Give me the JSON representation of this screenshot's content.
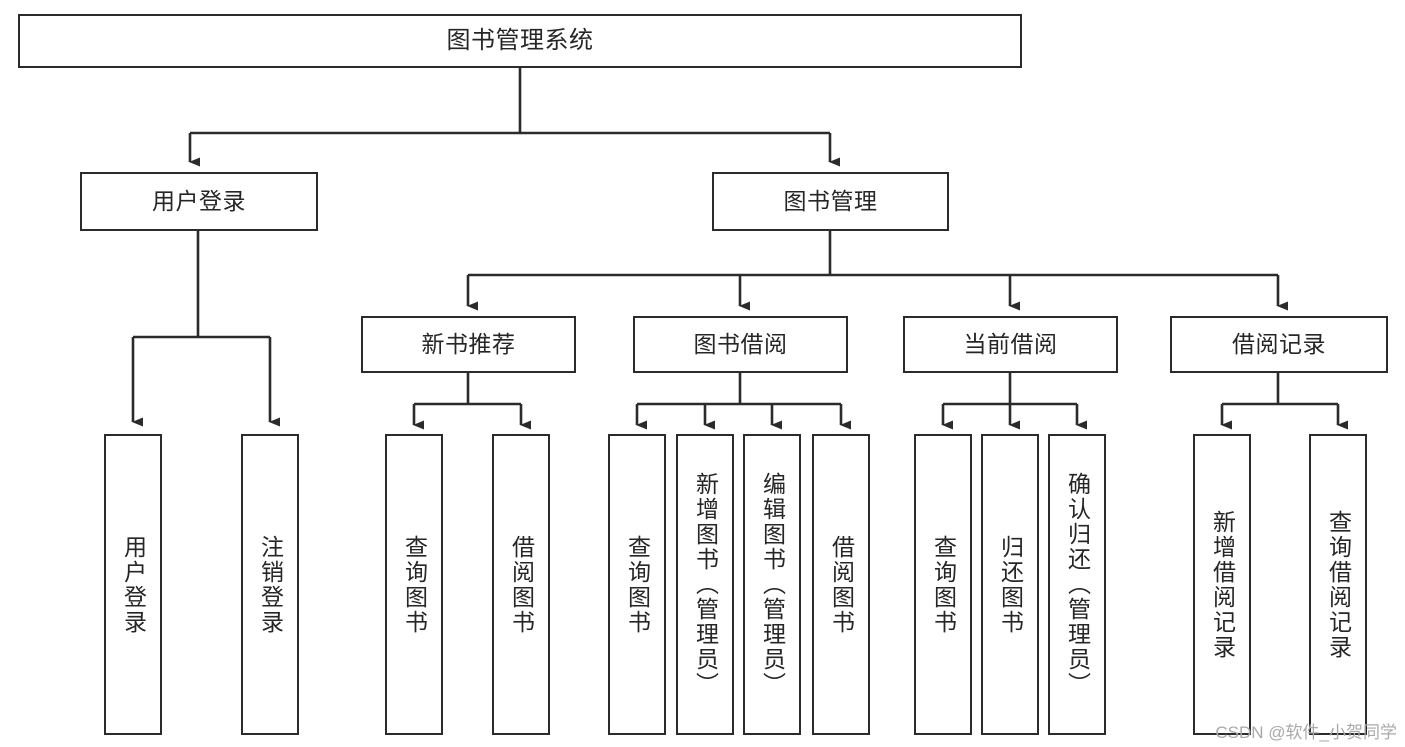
{
  "diagram": {
    "title": "图书管理系统",
    "type": "tree-hierarchy-chart",
    "colors": {
      "background": "#ffffff",
      "box_border": "#2b2b2b",
      "box_fill": "#ffffff",
      "text": "#262626",
      "connector": "#2b2b2b",
      "watermark": "#a9a9a9"
    },
    "watermark": "CSDN @软件_小贺同学",
    "levels": {
      "root": {
        "id": "root",
        "label": "图书管理系统",
        "orientation": "horizontal"
      },
      "level2": [
        {
          "id": "user-login",
          "label": "用户登录",
          "orientation": "horizontal"
        },
        {
          "id": "book-management",
          "label": "图书管理",
          "orientation": "horizontal"
        }
      ],
      "level3": [
        {
          "id": "new-book-recommend",
          "label": "新书推荐",
          "orientation": "horizontal",
          "parent": "book-management"
        },
        {
          "id": "book-borrow",
          "label": "图书借阅",
          "orientation": "horizontal",
          "parent": "book-management"
        },
        {
          "id": "current-borrow",
          "label": "当前借阅",
          "orientation": "horizontal",
          "parent": "book-management"
        },
        {
          "id": "borrow-record",
          "label": "借阅记录",
          "orientation": "horizontal",
          "parent": "book-management"
        }
      ],
      "leaves": [
        {
          "id": "leaf-user-login",
          "label": "用户登录",
          "parent": "user-login",
          "orientation": "vertical"
        },
        {
          "id": "leaf-logout-login",
          "label": "注销登录",
          "parent": "user-login",
          "orientation": "vertical"
        },
        {
          "id": "leaf-query-book-1",
          "label": "查询图书",
          "parent": "new-book-recommend",
          "orientation": "vertical"
        },
        {
          "id": "leaf-borrow-book-1",
          "label": "借阅图书",
          "parent": "new-book-recommend",
          "orientation": "vertical"
        },
        {
          "id": "leaf-query-book-2",
          "label": "查询图书",
          "parent": "book-borrow",
          "orientation": "vertical"
        },
        {
          "id": "leaf-add-book",
          "label": "新增图书（管理员）",
          "parent": "book-borrow",
          "orientation": "vertical"
        },
        {
          "id": "leaf-edit-book",
          "label": "编辑图书（管理员）",
          "parent": "book-borrow",
          "orientation": "vertical"
        },
        {
          "id": "leaf-borrow-book-2",
          "label": "借阅图书",
          "parent": "book-borrow",
          "orientation": "vertical"
        },
        {
          "id": "leaf-query-book-3",
          "label": "查询图书",
          "parent": "current-borrow",
          "orientation": "vertical"
        },
        {
          "id": "leaf-return-book",
          "label": "归还图书",
          "parent": "current-borrow",
          "orientation": "vertical"
        },
        {
          "id": "leaf-confirm-return",
          "label": "确认归还（管理员）",
          "parent": "current-borrow",
          "orientation": "vertical"
        },
        {
          "id": "leaf-add-record",
          "label": "新增借阅记录",
          "parent": "borrow-record",
          "orientation": "vertical"
        },
        {
          "id": "leaf-query-record",
          "label": "查询借阅记录",
          "parent": "borrow-record",
          "orientation": "vertical"
        }
      ]
    }
  },
  "chart_data": {
    "type": "tree",
    "title": "图书管理系统",
    "nodes": [
      {
        "label": "图书管理系统",
        "level": 0,
        "children": [
          "用户登录",
          "图书管理"
        ]
      },
      {
        "label": "用户登录",
        "level": 1,
        "children": [
          "用户登录",
          "注销登录"
        ]
      },
      {
        "label": "图书管理",
        "level": 1,
        "children": [
          "新书推荐",
          "图书借阅",
          "当前借阅",
          "借阅记录"
        ]
      },
      {
        "label": "新书推荐",
        "level": 2,
        "children": [
          "查询图书",
          "借阅图书"
        ]
      },
      {
        "label": "图书借阅",
        "level": 2,
        "children": [
          "查询图书",
          "新增图书（管理员）",
          "编辑图书（管理员）",
          "借阅图书"
        ]
      },
      {
        "label": "当前借阅",
        "level": 2,
        "children": [
          "查询图书",
          "归还图书",
          "确认归还（管理员）"
        ]
      },
      {
        "label": "借阅记录",
        "level": 2,
        "children": [
          "新增借阅记录",
          "查询借阅记录"
        ]
      }
    ]
  }
}
